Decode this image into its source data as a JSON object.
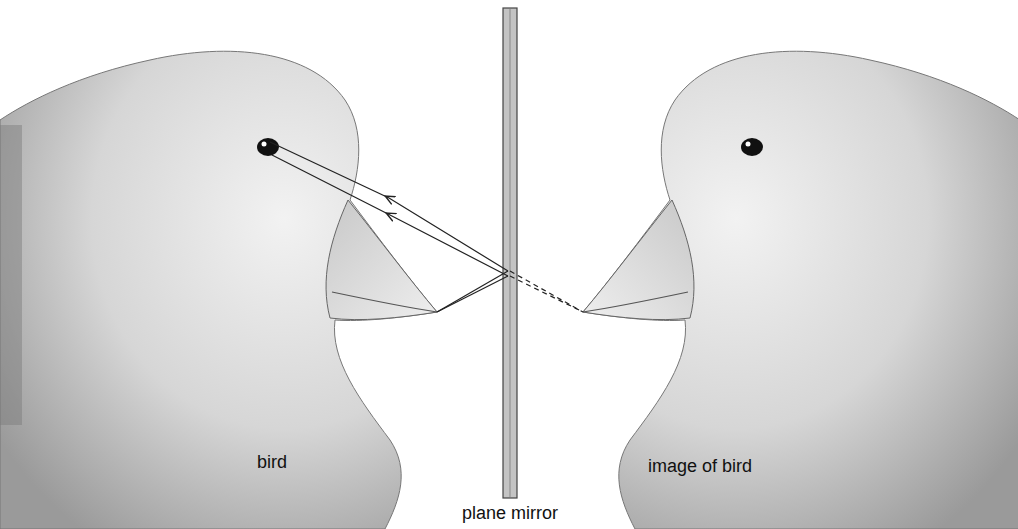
{
  "diagram": {
    "labels": [
      "bird",
      "image of bird",
      "plane mirror"
    ]
  }
}
